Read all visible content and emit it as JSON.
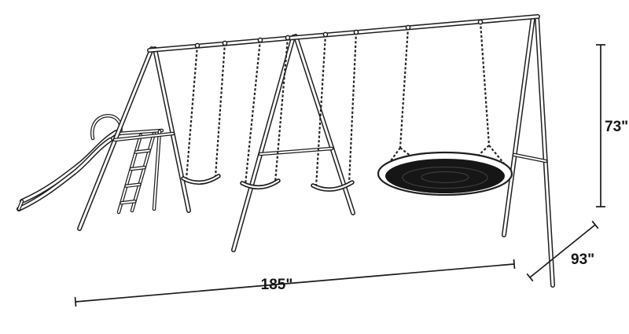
{
  "illustration": {
    "subject": "metal swing set with slide, three belt swings and saucer swing",
    "stroke_color": "#1f1f1f",
    "saucer_fill": "#161616",
    "background": "#ffffff"
  },
  "dimensions": {
    "width": {
      "label": "185\""
    },
    "depth": {
      "label": "93\""
    },
    "height": {
      "label": "73\""
    }
  }
}
